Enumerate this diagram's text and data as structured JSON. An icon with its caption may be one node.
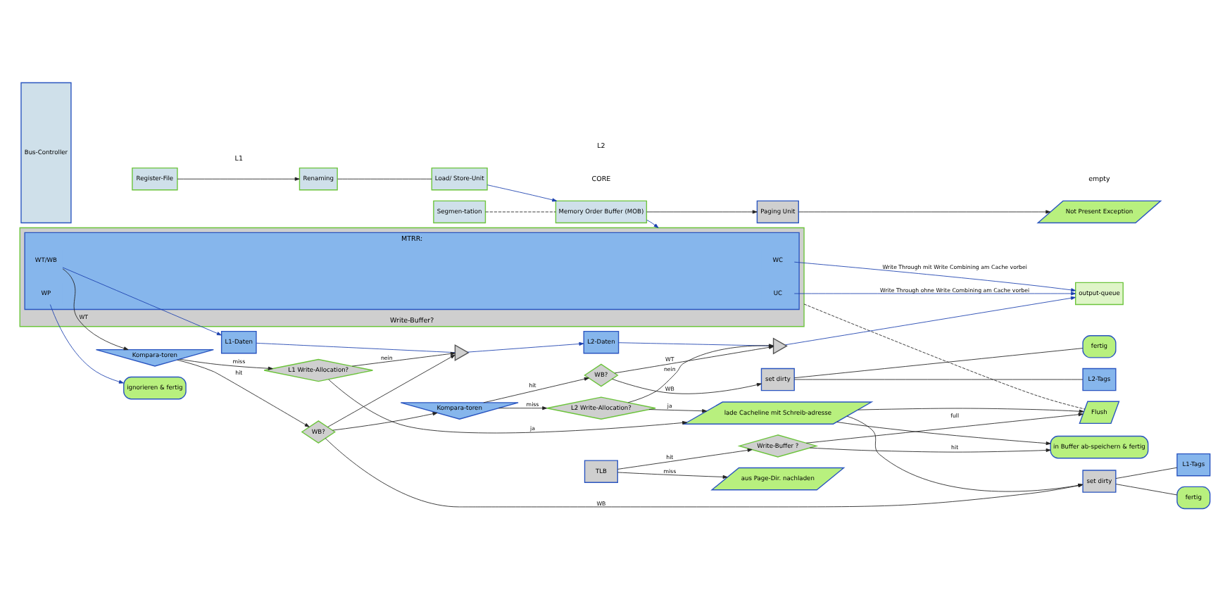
{
  "diagram": {
    "nodes": [
      {
        "text": [
          "Load/ Store-Unit"
        ]
      },
      {
        "text": [
          "Segmen-tation"
        ]
      },
      {
        "text": [
          "Renaming"
        ]
      },
      {
        "text": [
          "Register-File"
        ]
      },
      {
        "text": [
          "Memory Order Buffer (MOB)"
        ]
      },
      {
        "text": [
          "Paging Unit"
        ]
      },
      {
        "text": [
          "TLB"
        ]
      },
      {
        "text": [
          "Not Present Exception"
        ]
      },
      {
        "text": [
          "aus Page-Dir. nachladen"
        ]
      },
      {
        "text": [
          "Write-Buffer?"
        ]
      },
      {
        "text": [
          "MTRR:"
        ],
        "in": 9
      },
      {
        "text": [
          "UC"
        ],
        "in": 10
      },
      {
        "text": [
          "WC"
        ],
        "in": 10
      },
      {
        "text": [
          "WP"
        ],
        "in": 10
      },
      {
        "text": [
          "WT/WB"
        ],
        "in": 10
      },
      {
        "text": [
          "Flush"
        ]
      },
      {
        "text": [
          "Write-Buffer ?"
        ]
      },
      {
        "text": [
          "in Buffer ab-speichern & fertig"
        ]
      },
      {
        "text": [
          "ignorieren & fertig"
        ]
      },
      {
        "text": [
          "L1-Daten"
        ]
      },
      {
        "text": [
          "L1-Tags"
        ]
      },
      {
        "text": [
          "Kompara-toren"
        ]
      },
      {
        "text": [
          "fertig"
        ]
      },
      {
        "text": [
          "set dirty"
        ]
      },
      {
        "text": [
          "WB?"
        ]
      },
      {
        "text": [
          "L1 Write-Allocation?"
        ]
      },
      {
        "text": [],
        "shape": "triangle"
      },
      {
        "text": [
          "lade Cacheline mit Schreib-adresse"
        ]
      },
      {
        "text": [
          "L2-Daten"
        ]
      },
      {
        "text": [
          "L2-Tags"
        ]
      },
      {
        "text": [
          "Kompara-toren"
        ]
      },
      {
        "text": [
          "fertig"
        ]
      },
      {
        "text": [
          "set dirty"
        ]
      },
      {
        "text": [
          "WB?"
        ]
      },
      {
        "text": [
          "L2 Write-Allocation?"
        ]
      },
      {
        "text": [],
        "shape": "triangle"
      },
      {
        "text": [
          "output-queue"
        ]
      },
      {
        "text": [
          "Bus-Controller"
        ]
      }
    ],
    "edges": [
      {
        "from": 3,
        "to": 2,
        "arrow": "to"
      },
      {
        "from": 2,
        "to": 0,
        "arrow": "none"
      },
      {
        "from": 0,
        "to": 4,
        "arrow": "to",
        "color": "#1a3fae"
      },
      {
        "from": 1,
        "to": 4,
        "arrow": "none",
        "style": "dashed"
      },
      {
        "from": 4,
        "to": 9,
        "arrow": "to",
        "color": "#1a3fae"
      },
      {
        "from": 4,
        "to": 5,
        "arrow": "to"
      },
      {
        "from": 5,
        "to": 7,
        "arrow": "to"
      },
      {
        "from": 6,
        "to": 8,
        "label": "miss",
        "arrow": "to"
      },
      {
        "from": 6,
        "to": 16,
        "label": "hit",
        "arrow": "to"
      },
      {
        "from": 16,
        "to": 15,
        "label": "full",
        "arrow": "to"
      },
      {
        "from": 16,
        "to": 17,
        "label": "hit",
        "arrow": "to"
      },
      {
        "from": 9,
        "to": 15,
        "arrow": "none",
        "style": "dashed"
      },
      {
        "from": 11,
        "to": 36,
        "label": "Write Through ohne Write Combining am Cache vorbei",
        "arrow": "to",
        "color": "#1a3fae"
      },
      {
        "from": 12,
        "to": 36,
        "label": "Write Through mit Write Combining am Cache vorbei",
        "arrow": "to",
        "color": "#1a3fae"
      },
      {
        "from": 13,
        "to": 18,
        "arrow": "to",
        "color": "#1a3fae"
      },
      {
        "from": 14,
        "to": 19,
        "arrow": "to",
        "color": "#1a3fae"
      },
      {
        "from": 14,
        "to": 21,
        "label": "WT",
        "arrow": "to"
      },
      {
        "from": 19,
        "to": 26,
        "arrow": "none",
        "color": "#1a3fae"
      },
      {
        "from": 26,
        "to": 28,
        "arrow": "to",
        "color": "#1a3fae"
      },
      {
        "from": 23,
        "to": 22,
        "arrow": "none"
      },
      {
        "from": 23,
        "to": 20,
        "arrow": "none"
      },
      {
        "from": 21,
        "to": 24,
        "label": "hit",
        "arrow": "to"
      },
      {
        "from": 21,
        "to": 25,
        "label": "miss",
        "arrow": "to"
      },
      {
        "from": 24,
        "to": 23,
        "label": "WB",
        "arrow": "to"
      },
      {
        "from": 24,
        "to": 26,
        "arrow": "to"
      },
      {
        "from": 24,
        "to": 30,
        "arrow": "to"
      },
      {
        "from": 25,
        "to": 26,
        "label": "nein",
        "arrow": "to"
      },
      {
        "from": 25,
        "to": 27,
        "label": "ja",
        "arrow": "to"
      },
      {
        "from": 27,
        "to": 23,
        "arrow": "to"
      },
      {
        "from": 27,
        "to": 15,
        "arrow": "to"
      },
      {
        "from": 27,
        "to": 17,
        "arrow": "to"
      },
      {
        "from": 28,
        "to": 35,
        "arrow": "none",
        "color": "#1a3fae"
      },
      {
        "from": 35,
        "to": 36,
        "arrow": "to",
        "color": "#1a3fae"
      },
      {
        "from": 32,
        "to": 31,
        "arrow": "none"
      },
      {
        "from": 32,
        "to": 29,
        "arrow": "none"
      },
      {
        "from": 30,
        "to": 33,
        "label": "hit",
        "arrow": "to"
      },
      {
        "from": 30,
        "to": 34,
        "label": "miss",
        "arrow": "to"
      },
      {
        "from": 33,
        "to": 32,
        "label": "WB",
        "arrow": "to"
      },
      {
        "from": 33,
        "to": 35,
        "label": "WT",
        "arrow": "to"
      },
      {
        "from": 34,
        "to": 35,
        "label": "nein",
        "arrow": "to"
      },
      {
        "from": 34,
        "to": 27,
        "label": "ja",
        "arrow": "to"
      }
    ],
    "labels": [
      "CORE",
      "L1",
      "L2",
      "empty"
    ]
  }
}
